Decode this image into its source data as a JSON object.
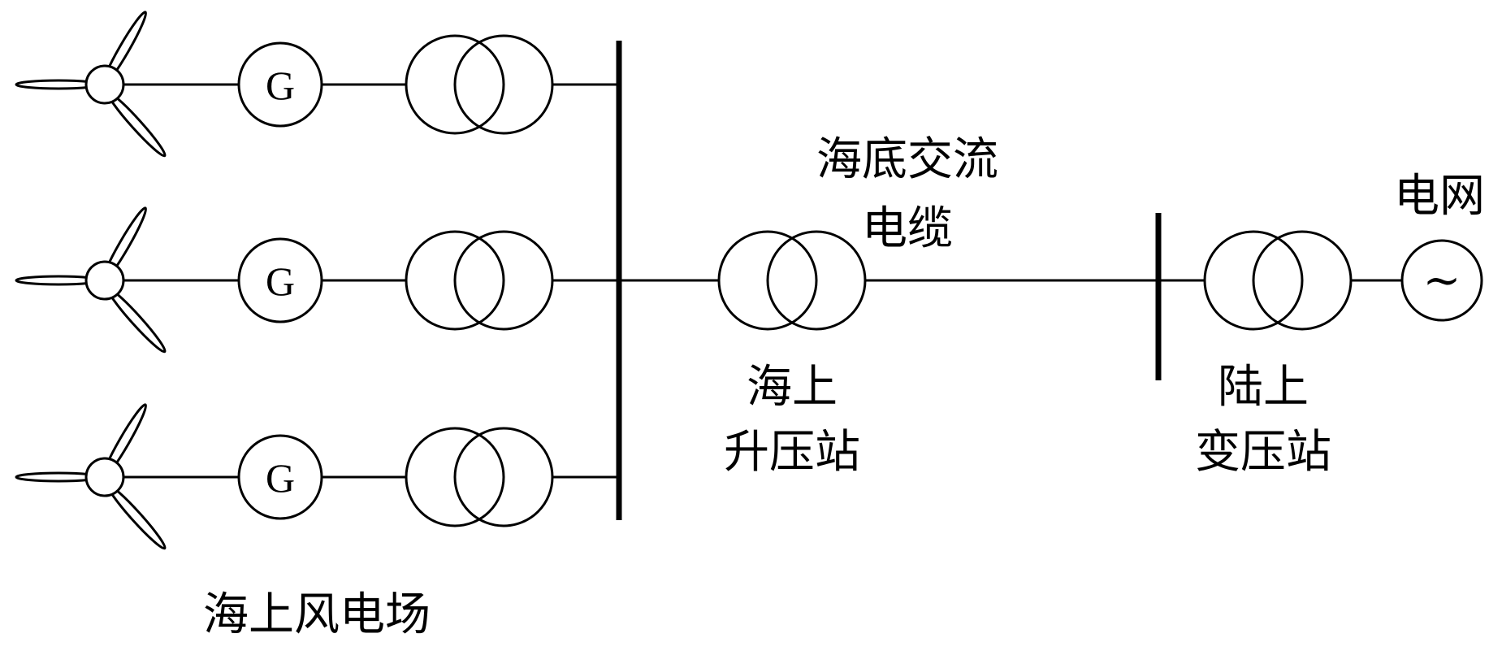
{
  "labels": {
    "generator_letter": "G",
    "wind_farm": "海上风电场",
    "offshore_substation_line1": "海上",
    "offshore_substation_line2": "升压站",
    "cable_line1": "海底交流",
    "cable_line2": "电缆",
    "onshore_substation_line1": "陆上",
    "onshore_substation_line2": "变压站",
    "grid": "电网",
    "grid_symbol": "~"
  }
}
